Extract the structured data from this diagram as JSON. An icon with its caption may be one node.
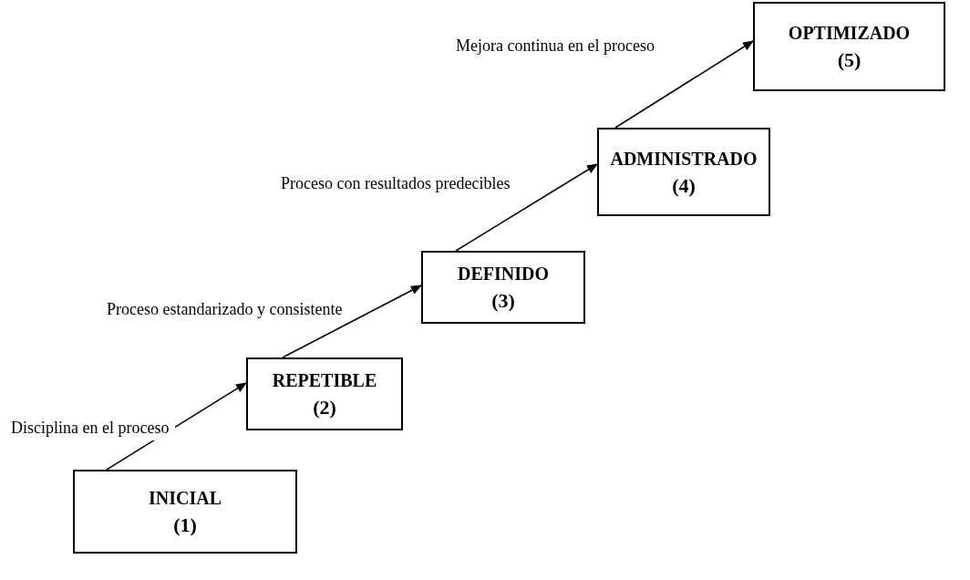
{
  "diagram": {
    "nodes": [
      {
        "text": [
          "INICIAL",
          "(1)"
        ]
      },
      {
        "text": [
          "REPETIBLE",
          "(2)"
        ]
      },
      {
        "text": [
          "DEFINIDO",
          "(3)"
        ]
      },
      {
        "text": [
          "ADMINISTRADO",
          "(4)"
        ]
      },
      {
        "text": [
          "OPTIMIZADO",
          "(5)"
        ]
      }
    ],
    "edges": [
      {
        "from": 0,
        "to": 1,
        "arrow": "to",
        "label": "Disciplina en el proceso"
      },
      {
        "from": 1,
        "to": 2,
        "arrow": "to",
        "label": "Proceso estandarizado y consistente"
      },
      {
        "from": 2,
        "to": 3,
        "arrow": "to",
        "label": "Proceso con resultados predecibles"
      },
      {
        "from": 3,
        "to": 4,
        "arrow": "to",
        "label": "Mejora continua en el proceso"
      }
    ]
  }
}
